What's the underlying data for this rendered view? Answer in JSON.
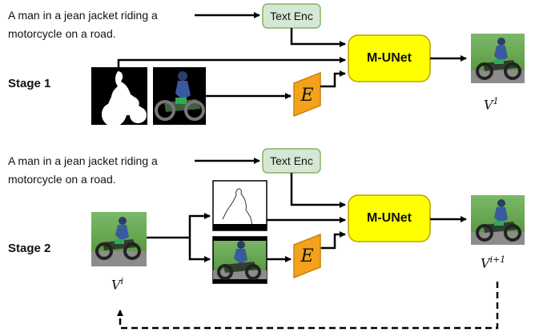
{
  "stage1": {
    "prompt_line1": "A man in a jean jacket riding a",
    "prompt_line2": "motorcycle on a road.",
    "label": "Stage 1",
    "text_encoder": "Text Enc",
    "unet": "M-UNet",
    "encoder": "E",
    "output_base": "V",
    "output_sup": "1"
  },
  "stage2": {
    "prompt_line1": "A man in a jean jacket riding a",
    "prompt_line2": "motorcycle on a road.",
    "label": "Stage 2",
    "text_encoder": "Text Enc",
    "unet": "M-UNet",
    "encoder": "E",
    "input_base": "V",
    "input_sup": "i",
    "output_base": "V",
    "output_sup": "i+1"
  },
  "colors": {
    "text_encoder_fill": "#d5e8d4",
    "text_encoder_stroke": "#82b366",
    "unet_fill": "#ffff00",
    "unet_stroke": "#b8a200",
    "encoder_fill": "#f4a11b",
    "encoder_stroke": "#c9820a",
    "grass": "#5d9a3a",
    "road": "#8c8c8c"
  }
}
